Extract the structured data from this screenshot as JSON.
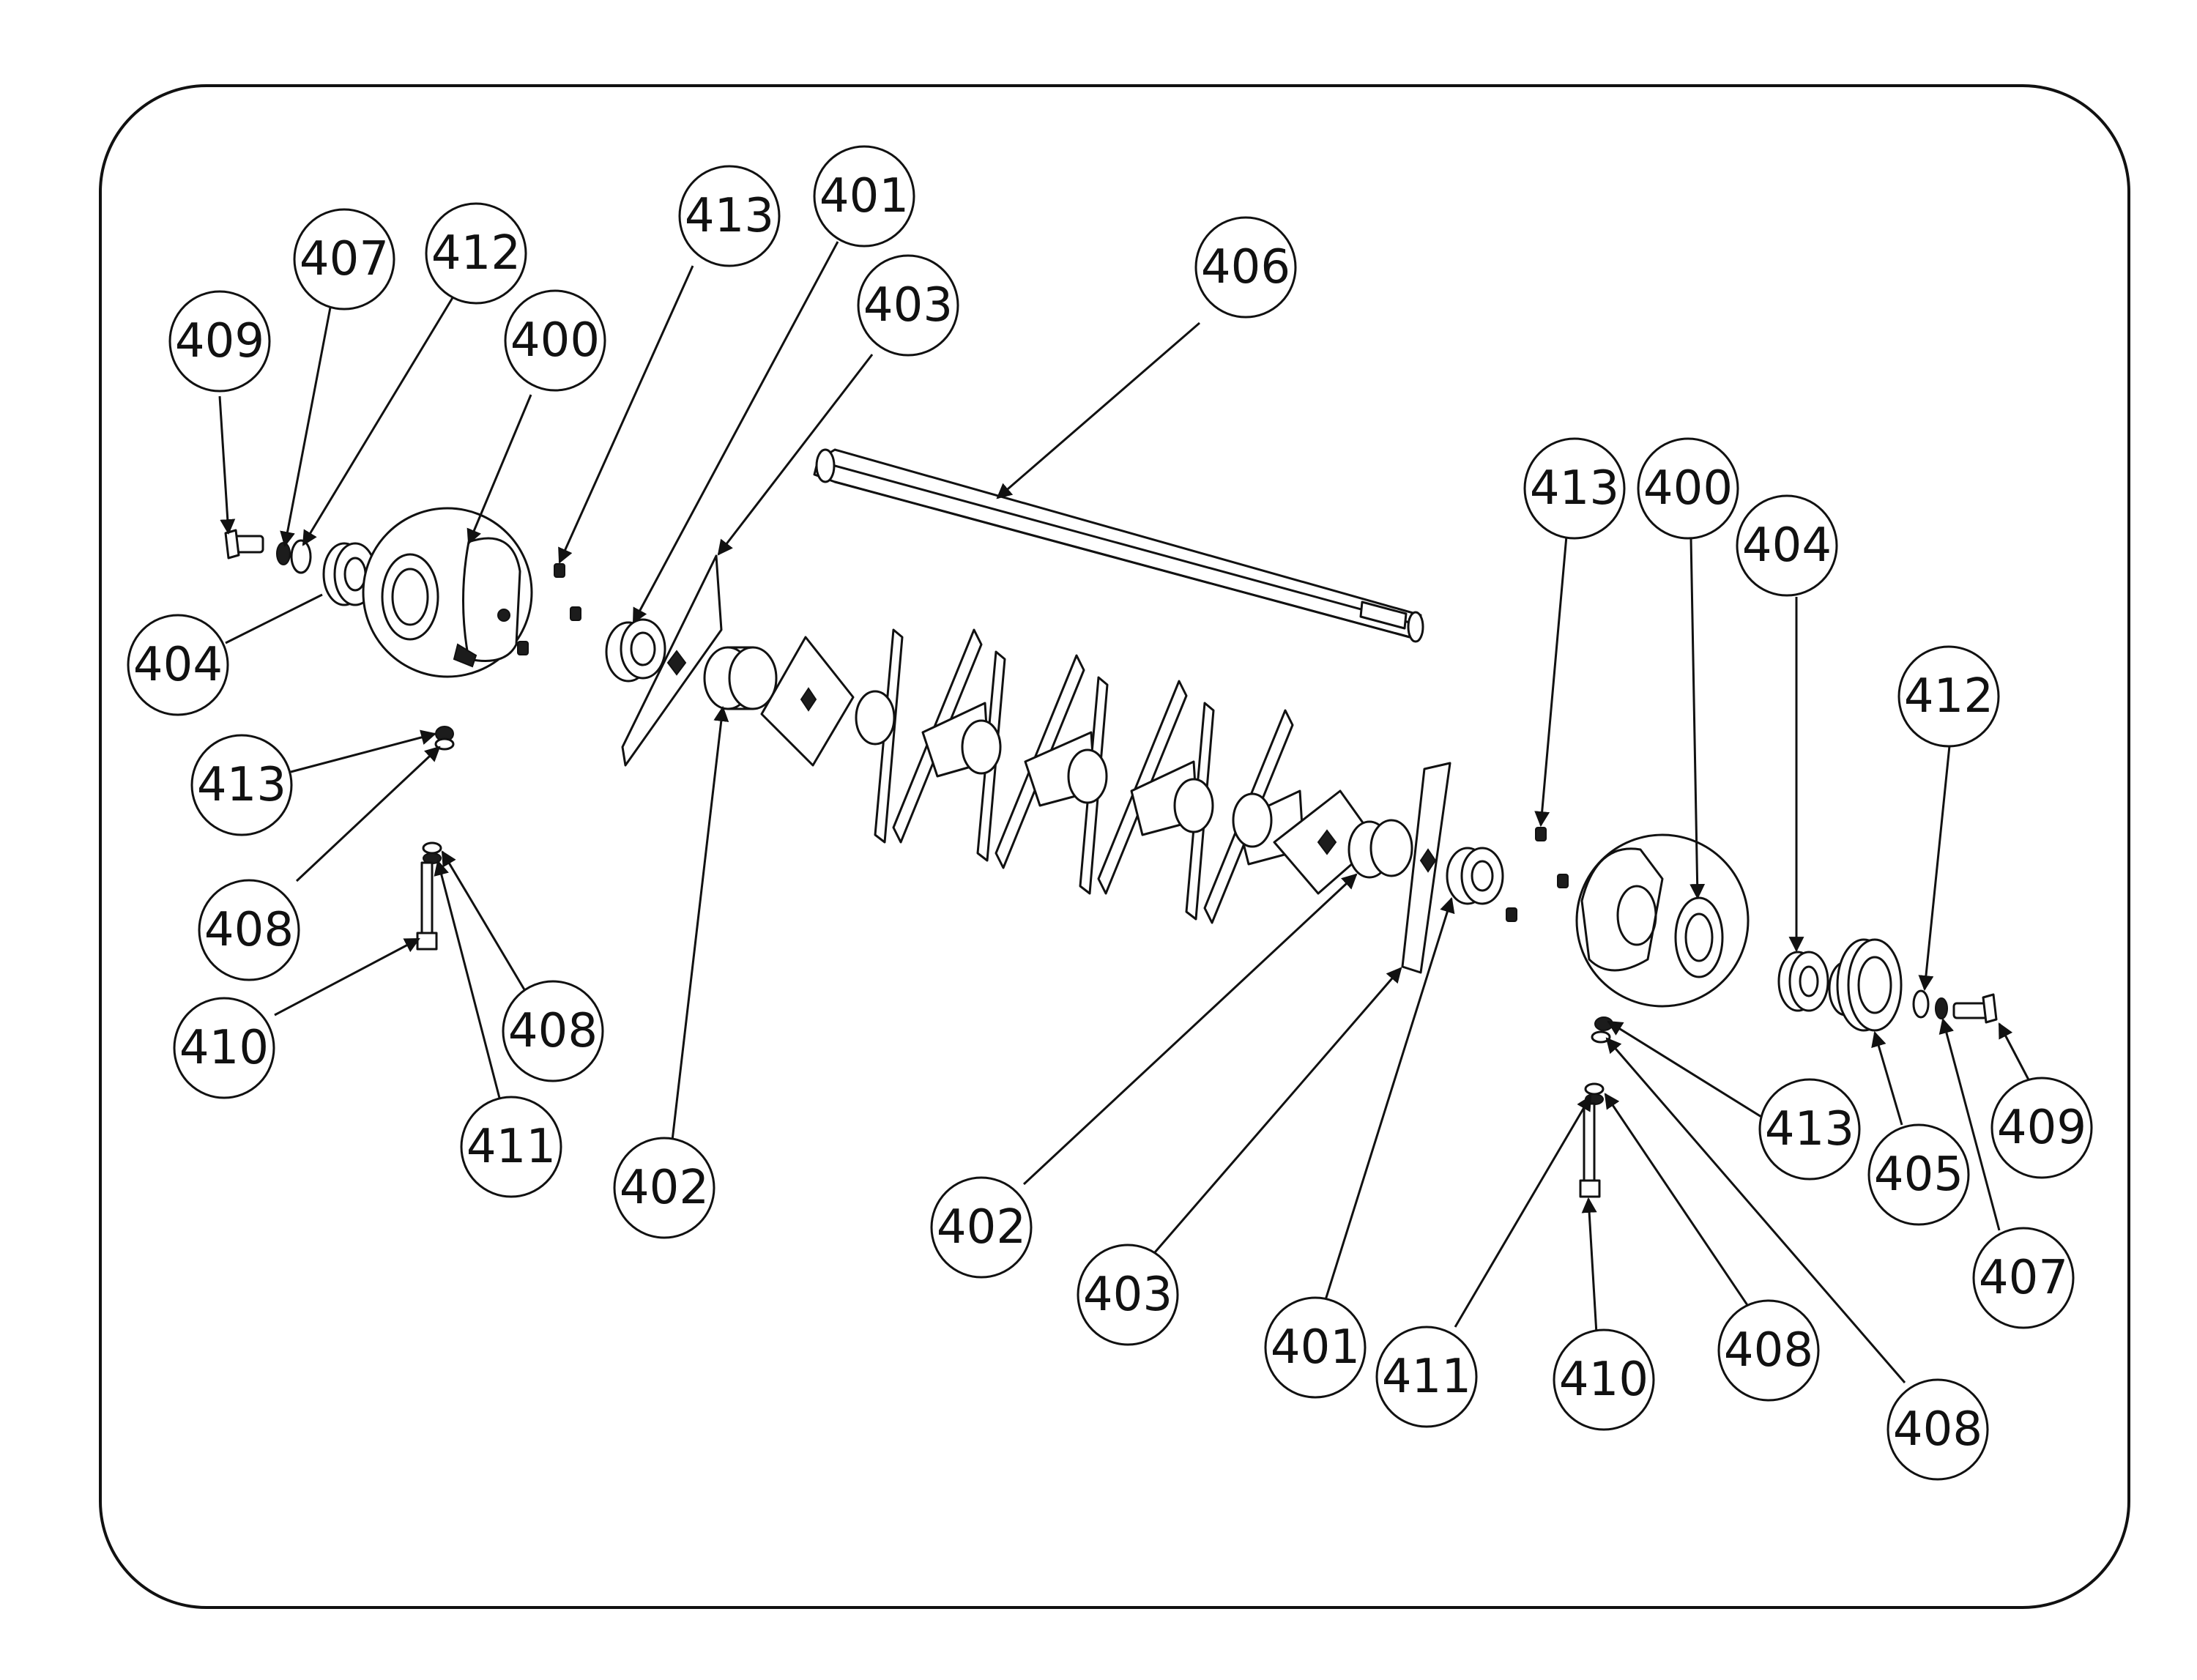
{
  "drawing": {
    "callouts": [
      {
        "id": "c-409-left",
        "label": "409"
      },
      {
        "id": "c-407-left",
        "label": "407"
      },
      {
        "id": "c-412-left",
        "label": "412"
      },
      {
        "id": "c-400-left",
        "label": "400"
      },
      {
        "id": "c-413-top",
        "label": "413"
      },
      {
        "id": "c-401-top",
        "label": "401"
      },
      {
        "id": "c-403-top",
        "label": "403"
      },
      {
        "id": "c-406",
        "label": "406"
      },
      {
        "id": "c-404-left",
        "label": "404"
      },
      {
        "id": "c-413-left",
        "label": "413"
      },
      {
        "id": "c-408-left-a",
        "label": "408"
      },
      {
        "id": "c-410-left",
        "label": "410"
      },
      {
        "id": "c-408-left-b",
        "label": "408"
      },
      {
        "id": "c-411-left",
        "label": "411"
      },
      {
        "id": "c-402-left",
        "label": "402"
      },
      {
        "id": "c-402-mid",
        "label": "402"
      },
      {
        "id": "c-403-mid",
        "label": "403"
      },
      {
        "id": "c-401-mid",
        "label": "401"
      },
      {
        "id": "c-411-right",
        "label": "411"
      },
      {
        "id": "c-410-right",
        "label": "410"
      },
      {
        "id": "c-408-right-a",
        "label": "408"
      },
      {
        "id": "c-408-right-b",
        "label": "408"
      },
      {
        "id": "c-413-right-top",
        "label": "413"
      },
      {
        "id": "c-400-right",
        "label": "400"
      },
      {
        "id": "c-404-right",
        "label": "404"
      },
      {
        "id": "c-412-right",
        "label": "412"
      },
      {
        "id": "c-409-right",
        "label": "409"
      },
      {
        "id": "c-413-right-low",
        "label": "413"
      },
      {
        "id": "c-405",
        "label": "405"
      },
      {
        "id": "c-407-right",
        "label": "407"
      }
    ]
  }
}
